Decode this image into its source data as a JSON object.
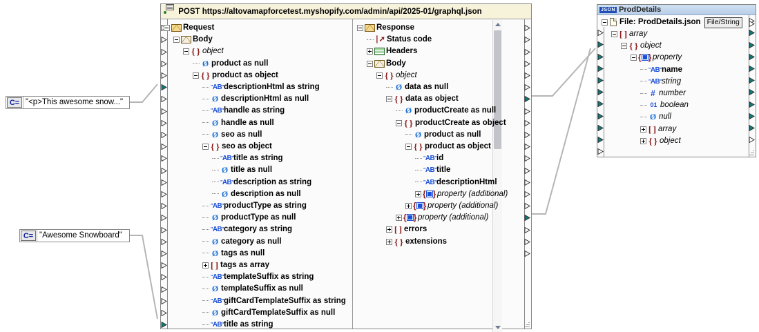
{
  "request_component": {
    "header_label": "POST https://altovamapforcetest.myshopify.com/admin/api/2025-01/graphql.json",
    "header_icon": "web-service-call-icon",
    "left_tree": {
      "root_label": "Request",
      "nodes": [
        {
          "label": "Request",
          "depth": 0,
          "icon": "envelope-icon",
          "exp": "minus",
          "ital": false,
          "connected": false
        },
        {
          "label": "Body",
          "depth": 1,
          "icon": "envelope-pale-icon",
          "exp": "minus",
          "ital": false,
          "connected": false
        },
        {
          "label": "object",
          "depth": 2,
          "icon": "object-icon",
          "exp": "minus",
          "ital": true,
          "connected": false
        },
        {
          "label": "product as null",
          "depth": 3,
          "icon": "null-icon",
          "exp": "none",
          "ital": false,
          "connected": false
        },
        {
          "label": "product as object",
          "depth": 3,
          "icon": "object-icon",
          "exp": "minus",
          "ital": false,
          "connected": false
        },
        {
          "label": "descriptionHtml as string",
          "depth": 4,
          "icon": "string-icon",
          "exp": "none",
          "ital": false,
          "connected": true
        },
        {
          "label": "descriptionHtml as null",
          "depth": 4,
          "icon": "null-icon",
          "exp": "none",
          "ital": false,
          "connected": false
        },
        {
          "label": "handle as string",
          "depth": 4,
          "icon": "string-icon",
          "exp": "none",
          "ital": false,
          "connected": false
        },
        {
          "label": "handle as null",
          "depth": 4,
          "icon": "null-icon",
          "exp": "none",
          "ital": false,
          "connected": false
        },
        {
          "label": "seo as null",
          "depth": 4,
          "icon": "null-icon",
          "exp": "none",
          "ital": false,
          "connected": false
        },
        {
          "label": "seo as object",
          "depth": 4,
          "icon": "object-icon",
          "exp": "minus",
          "ital": false,
          "connected": false
        },
        {
          "label": "title as string",
          "depth": 5,
          "icon": "string-icon",
          "exp": "none",
          "ital": false,
          "connected": false
        },
        {
          "label": "title as null",
          "depth": 5,
          "icon": "null-icon",
          "exp": "none",
          "ital": false,
          "connected": false
        },
        {
          "label": "description as string",
          "depth": 5,
          "icon": "string-icon",
          "exp": "none",
          "ital": false,
          "connected": false
        },
        {
          "label": "description as null",
          "depth": 5,
          "icon": "null-icon",
          "exp": "none",
          "ital": false,
          "connected": false
        },
        {
          "label": "productType as string",
          "depth": 4,
          "icon": "string-icon",
          "exp": "none",
          "ital": false,
          "connected": false
        },
        {
          "label": "productType as null",
          "depth": 4,
          "icon": "null-icon",
          "exp": "none",
          "ital": false,
          "connected": false
        },
        {
          "label": "category as string",
          "depth": 4,
          "icon": "string-icon",
          "exp": "none",
          "ital": false,
          "connected": false
        },
        {
          "label": "category as null",
          "depth": 4,
          "icon": "null-icon",
          "exp": "none",
          "ital": false,
          "connected": false
        },
        {
          "label": "tags as null",
          "depth": 4,
          "icon": "null-icon",
          "exp": "none",
          "ital": false,
          "connected": false
        },
        {
          "label": "tags as array",
          "depth": 4,
          "icon": "array-icon",
          "exp": "plus",
          "ital": false,
          "connected": false
        },
        {
          "label": "templateSuffix as string",
          "depth": 4,
          "icon": "string-icon",
          "exp": "none",
          "ital": false,
          "connected": false
        },
        {
          "label": "templateSuffix as null",
          "depth": 4,
          "icon": "null-icon",
          "exp": "none",
          "ital": false,
          "connected": false
        },
        {
          "label": "giftCardTemplateSuffix as string",
          "depth": 4,
          "icon": "string-icon",
          "exp": "none",
          "ital": false,
          "connected": false
        },
        {
          "label": "giftCardTemplateSuffix as null",
          "depth": 4,
          "icon": "null-icon",
          "exp": "none",
          "ital": false,
          "connected": false
        },
        {
          "label": "title as string",
          "depth": 4,
          "icon": "string-icon",
          "exp": "none",
          "ital": false,
          "connected": true
        }
      ]
    },
    "right_tree": {
      "root_label": "Response",
      "nodes": [
        {
          "label": "Response",
          "depth": 0,
          "icon": "envelope-icon",
          "exp": "minus",
          "ital": false,
          "connected": false
        },
        {
          "label": "Status code",
          "depth": 1,
          "icon": "status-code-icon",
          "exp": "none",
          "ital": false,
          "connected": false
        },
        {
          "label": "Headers",
          "depth": 1,
          "icon": "headers-table-icon",
          "exp": "plus",
          "ital": false,
          "connected": false
        },
        {
          "label": "Body",
          "depth": 1,
          "icon": "envelope-pale-icon",
          "exp": "minus",
          "ital": false,
          "connected": false
        },
        {
          "label": "object",
          "depth": 2,
          "icon": "object-icon",
          "exp": "minus",
          "ital": true,
          "connected": false
        },
        {
          "label": "data as null",
          "depth": 3,
          "icon": "null-icon",
          "exp": "none",
          "ital": false,
          "connected": false
        },
        {
          "label": "data as object",
          "depth": 3,
          "icon": "object-icon",
          "exp": "minus",
          "ital": false,
          "connected": true
        },
        {
          "label": "productCreate as null",
          "depth": 4,
          "icon": "null-icon",
          "exp": "none",
          "ital": false,
          "connected": false
        },
        {
          "label": "productCreate as object",
          "depth": 4,
          "icon": "object-icon",
          "exp": "minus",
          "ital": false,
          "connected": false
        },
        {
          "label": "product as null",
          "depth": 5,
          "icon": "null-icon",
          "exp": "none",
          "ital": false,
          "connected": false
        },
        {
          "label": "product as object",
          "depth": 5,
          "icon": "object-icon",
          "exp": "minus",
          "ital": false,
          "connected": false
        },
        {
          "label": "id",
          "depth": 6,
          "icon": "string-icon",
          "exp": "none",
          "ital": false,
          "connected": false
        },
        {
          "label": "title",
          "depth": 6,
          "icon": "string-icon",
          "exp": "none",
          "ital": false,
          "connected": false
        },
        {
          "label": "descriptionHtml",
          "depth": 6,
          "icon": "string-icon",
          "exp": "none",
          "ital": false,
          "connected": false
        },
        {
          "label": "property (additional)",
          "depth": 6,
          "icon": "property-icon",
          "exp": "plus",
          "ital": true,
          "connected": false
        },
        {
          "label": "property (additional)",
          "depth": 5,
          "icon": "property-icon",
          "exp": "plus",
          "ital": true,
          "connected": false
        },
        {
          "label": "property (additional)",
          "depth": 4,
          "icon": "property-icon",
          "exp": "plus",
          "ital": true,
          "connected": true
        },
        {
          "label": "errors",
          "depth": 3,
          "icon": "array-icon",
          "exp": "plus",
          "ital": false,
          "connected": false
        },
        {
          "label": "extensions",
          "depth": 3,
          "icon": "object-icon",
          "exp": "plus",
          "ital": false,
          "connected": false
        }
      ]
    }
  },
  "target_component": {
    "title": "ProdDetails",
    "title_icon": "json-badge-icon",
    "file_row": {
      "label": "File: ProdDetails.json",
      "icon": "file-icon",
      "button_label": "File/String"
    },
    "nodes": [
      {
        "label": "array",
        "depth": 1,
        "icon": "array-icon",
        "exp": "minus",
        "ital": true,
        "connected": false
      },
      {
        "label": "object",
        "depth": 2,
        "icon": "object-icon",
        "exp": "minus",
        "ital": true,
        "connected": true
      },
      {
        "label": "property",
        "depth": 3,
        "icon": "property-icon",
        "exp": "minus",
        "ital": true,
        "connected": true
      },
      {
        "label": "name",
        "depth": 4,
        "icon": "string-icon",
        "exp": "none",
        "ital": false,
        "connected": true
      },
      {
        "label": "string",
        "depth": 4,
        "icon": "string-icon",
        "exp": "none",
        "ital": true,
        "connected": true
      },
      {
        "label": "number",
        "depth": 4,
        "icon": "number-icon",
        "exp": "none",
        "ital": true,
        "connected": true
      },
      {
        "label": "boolean",
        "depth": 4,
        "icon": "boolean-icon",
        "exp": "none",
        "ital": true,
        "connected": true
      },
      {
        "label": "null",
        "depth": 4,
        "icon": "null-icon",
        "exp": "none",
        "ital": true,
        "connected": true
      },
      {
        "label": "array",
        "depth": 4,
        "icon": "array-icon",
        "exp": "plus",
        "ital": true,
        "connected": true
      },
      {
        "label": "object",
        "depth": 4,
        "icon": "object-icon",
        "exp": "plus",
        "ital": true,
        "connected": true
      }
    ]
  },
  "constants": [
    {
      "symbol": "C=",
      "value": "\"<p>This awesome snow...\"",
      "name": "description-constant"
    },
    {
      "symbol": "C=",
      "value": "\"Awesome Snowboard\"",
      "name": "title-constant"
    }
  ],
  "colors": {
    "header_bg": "#f7f2da",
    "titlebar": "#cfe0f2",
    "connected_connector": "#0f7a7a",
    "wire": "#b5b5b5",
    "object_brace": "#8b1a1a",
    "string_blue": "#1a4fd6"
  }
}
